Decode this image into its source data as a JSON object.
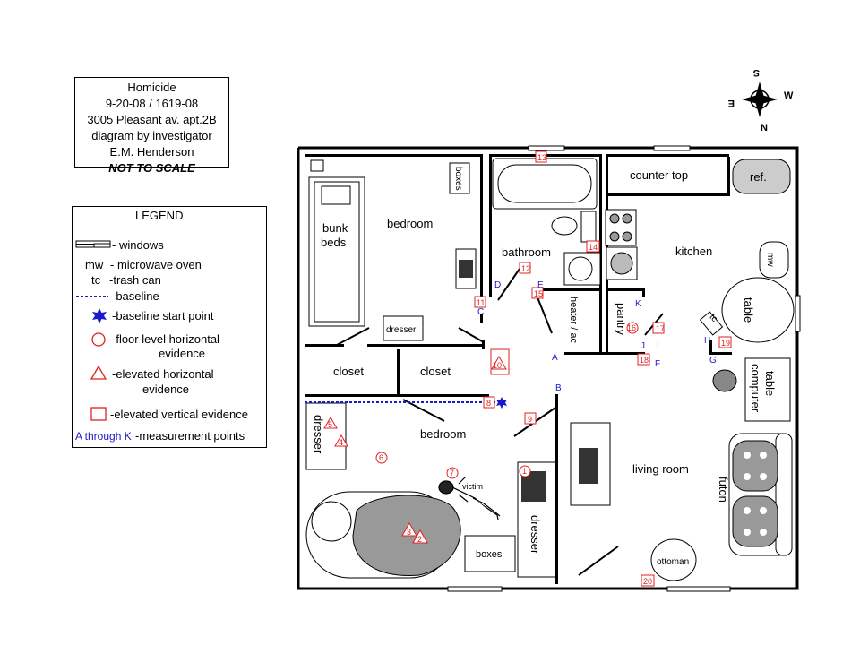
{
  "title_block": {
    "lines": [
      "Homicide",
      "9-20-08 /  1619-08",
      "3005 Pleasant av. apt.2B",
      "diagram by investigator",
      "E.M. Henderson"
    ],
    "note": "NOT TO SCALE"
  },
  "legend": {
    "heading": "LEGEND",
    "windows": "- windows",
    "mw_key": "mw",
    "mw_desc": "- microwave oven",
    "tc_key": "tc",
    "tc_desc": "-trash can",
    "baseline": "-baseline",
    "baseline_start": "-baseline start point",
    "floor_evidence_1": "-floor level horizontal",
    "floor_evidence_2": "evidence",
    "elevated_h_1": "-elevated horizontal",
    "elevated_h_2": "evidence",
    "elevated_v": "-elevated vertical evidence",
    "points_key": "A through K",
    "points_desc": "-measurement points"
  },
  "compass": {
    "s": "S",
    "w": "W",
    "n": "N",
    "e": "E"
  },
  "rooms": {
    "bedroom_top": "bedroom",
    "bunk_1": "bunk",
    "bunk_2": "beds",
    "boxes_top": "boxes",
    "dresser_top": "dresser",
    "closet_left": "closet",
    "closet_right": "closet",
    "bathroom": "bathroom",
    "heater": "heater / ac",
    "pantry": "pantry",
    "kitchen": "kitchen",
    "counter": "counter top",
    "ref": "ref.",
    "mw": "mw",
    "table": "table",
    "tc": "tc",
    "computer_1": "computer",
    "computer_2": "table",
    "bedroom_bottom": "bedroom",
    "dresser_left": "dresser",
    "dresser_right": "dresser",
    "boxes_bottom": "boxes",
    "victim": "victim",
    "living_room": "living room",
    "futon": "futon",
    "ottoman": "ottoman"
  },
  "measurement_points": [
    "A",
    "B",
    "C",
    "D",
    "E",
    "F",
    "G",
    "H",
    "I",
    "J",
    "K"
  ],
  "evidence": {
    "e1": "1",
    "e2": "2",
    "e3": "3",
    "e4": "4",
    "e5": "5",
    "e6": "6",
    "e7": "7",
    "e8": "8",
    "e9": "9",
    "e10": "10",
    "e11": "11",
    "e12": "12",
    "e13": "13",
    "e14": "14",
    "e15": "15",
    "e16": "16",
    "e17": "17",
    "e18": "18",
    "e19": "19",
    "e20": "20"
  },
  "colors": {
    "evidence": "#e02020",
    "baseline": "#1a1acc",
    "walls": "#000000",
    "furniture_gray": "#a0a0a0"
  }
}
